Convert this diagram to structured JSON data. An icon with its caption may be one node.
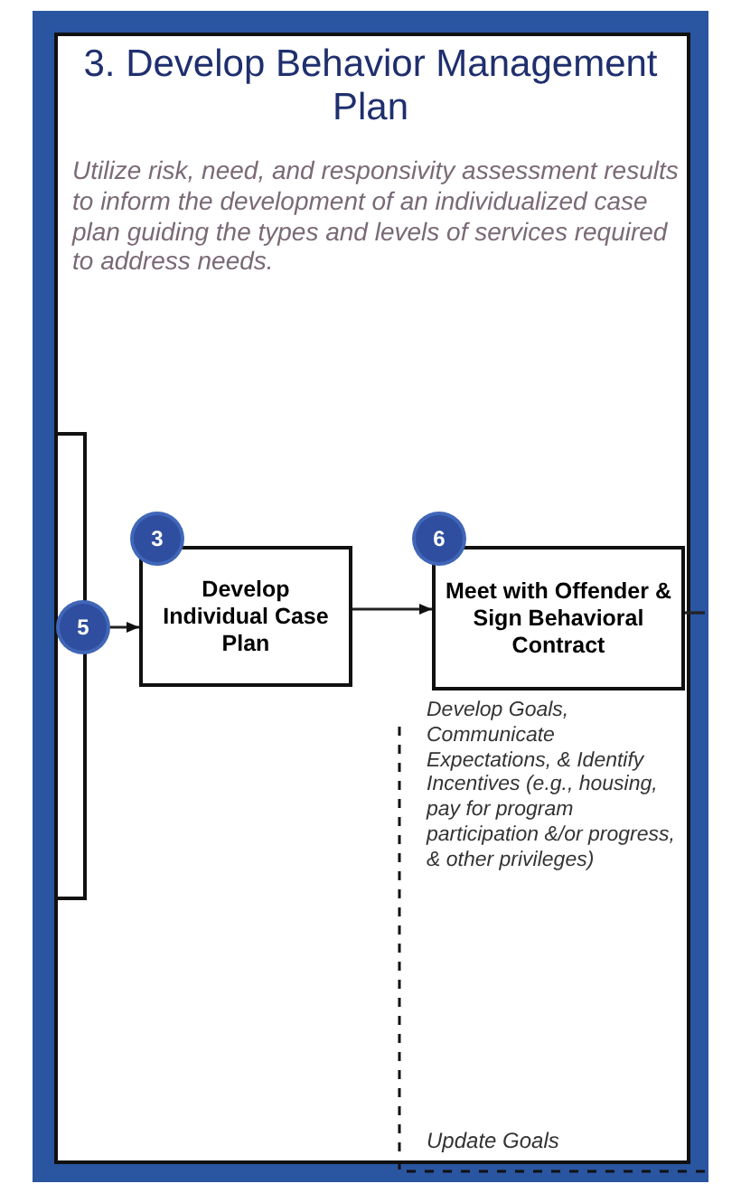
{
  "diagram": {
    "title": "3. Develop Behavior Management Plan",
    "nodes": [
      {
        "text": [
          "5"
        ]
      },
      {
        "text": [
          "Develop Individual Case Plan"
        ]
      },
      {
        "text": [
          "3"
        ]
      },
      {
        "text": [
          "Meet with Offender & Sign Behavioral Contract"
        ],
        "beside": [
          "Develop Goals, Communicate Expectations, & Identify Incentives (e.g., housing, pay for program participation &/or progress, & other privileges)"
        ]
      },
      {
        "text": [
          "6"
        ]
      }
    ],
    "edges": [
      {
        "from": 0,
        "to": 1,
        "arrow": "to"
      },
      {
        "from": 1,
        "to": 3,
        "arrow": "to"
      },
      {
        "from": 3,
        "to": null,
        "arrow": "none"
      }
    ],
    "labels": [
      "Utilize risk, need, and responsivity assessment results to inform the development of an individualized case plan guiding the types and levels of services required to address needs.",
      "Update Goals"
    ]
  }
}
